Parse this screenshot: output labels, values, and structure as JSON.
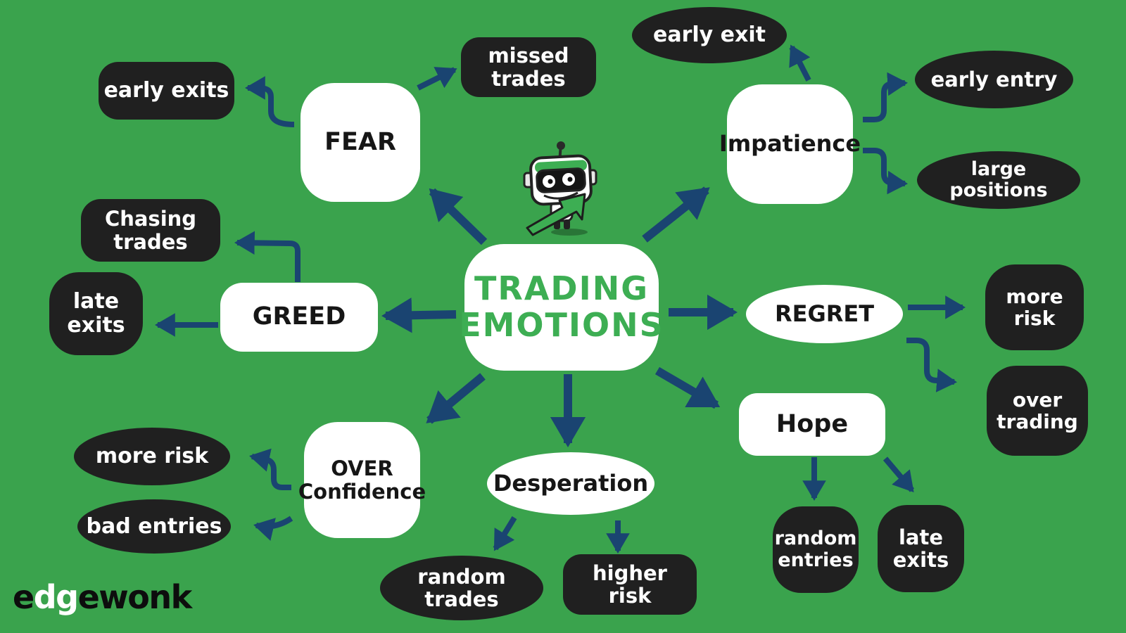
{
  "title": "Trading Emotions mind map",
  "colors": {
    "background": "#3aa34d",
    "arrow_navy": "#1a4471",
    "node_black": "#202020",
    "node_white": "#ffffff",
    "title_green": "#3dae53",
    "text_white": "#ffffff",
    "text_black": "#161616"
  },
  "central": {
    "line1": "TRADING",
    "line2": "EMOTIONS"
  },
  "nodes": {
    "fear": "FEAR",
    "early_exits": "early exits",
    "missed_trades": "missed\ntrades",
    "impatience": "Impatience",
    "early_exit": "early exit",
    "early_entry": "early entry",
    "large_positions": "large\npositions",
    "greed": "GREED",
    "chasing_trades": "Chasing\ntrades",
    "late_exits_left": "late\nexits",
    "regret": "REGRET",
    "more_risk_right": "more\nrisk",
    "over_trading": "over\ntrading",
    "hope": "Hope",
    "random_entries": "random\nentries",
    "late_exits_right": "late\nexits",
    "over_confidence": "OVER\nConfidence",
    "more_risk_left": "more risk",
    "bad_entries": "bad entries",
    "desperation": "Desperation",
    "random_trades": "random\ntrades",
    "higher_risk": "higher\nrisk"
  },
  "connections": [
    {
      "from": "TRADING EMOTIONS",
      "to": "FEAR"
    },
    {
      "from": "TRADING EMOTIONS",
      "to": "Impatience"
    },
    {
      "from": "TRADING EMOTIONS",
      "to": "GREED"
    },
    {
      "from": "TRADING EMOTIONS",
      "to": "REGRET"
    },
    {
      "from": "TRADING EMOTIONS",
      "to": "OVER Confidence"
    },
    {
      "from": "TRADING EMOTIONS",
      "to": "Desperation"
    },
    {
      "from": "TRADING EMOTIONS",
      "to": "Hope"
    },
    {
      "from": "FEAR",
      "to": "early exits"
    },
    {
      "from": "FEAR",
      "to": "missed trades"
    },
    {
      "from": "Impatience",
      "to": "early exit"
    },
    {
      "from": "Impatience",
      "to": "early entry"
    },
    {
      "from": "Impatience",
      "to": "large positions"
    },
    {
      "from": "GREED",
      "to": "Chasing trades"
    },
    {
      "from": "GREED",
      "to": "late exits"
    },
    {
      "from": "REGRET",
      "to": "more risk"
    },
    {
      "from": "REGRET",
      "to": "over trading"
    },
    {
      "from": "Hope",
      "to": "random entries"
    },
    {
      "from": "Hope",
      "to": "late exits"
    },
    {
      "from": "OVER Confidence",
      "to": "more risk"
    },
    {
      "from": "OVER Confidence",
      "to": "bad entries"
    },
    {
      "from": "Desperation",
      "to": "random trades"
    },
    {
      "from": "Desperation",
      "to": "higher risk"
    }
  ],
  "logo": {
    "seg1": "e",
    "seg2": "dg",
    "seg3": "ewonk"
  }
}
